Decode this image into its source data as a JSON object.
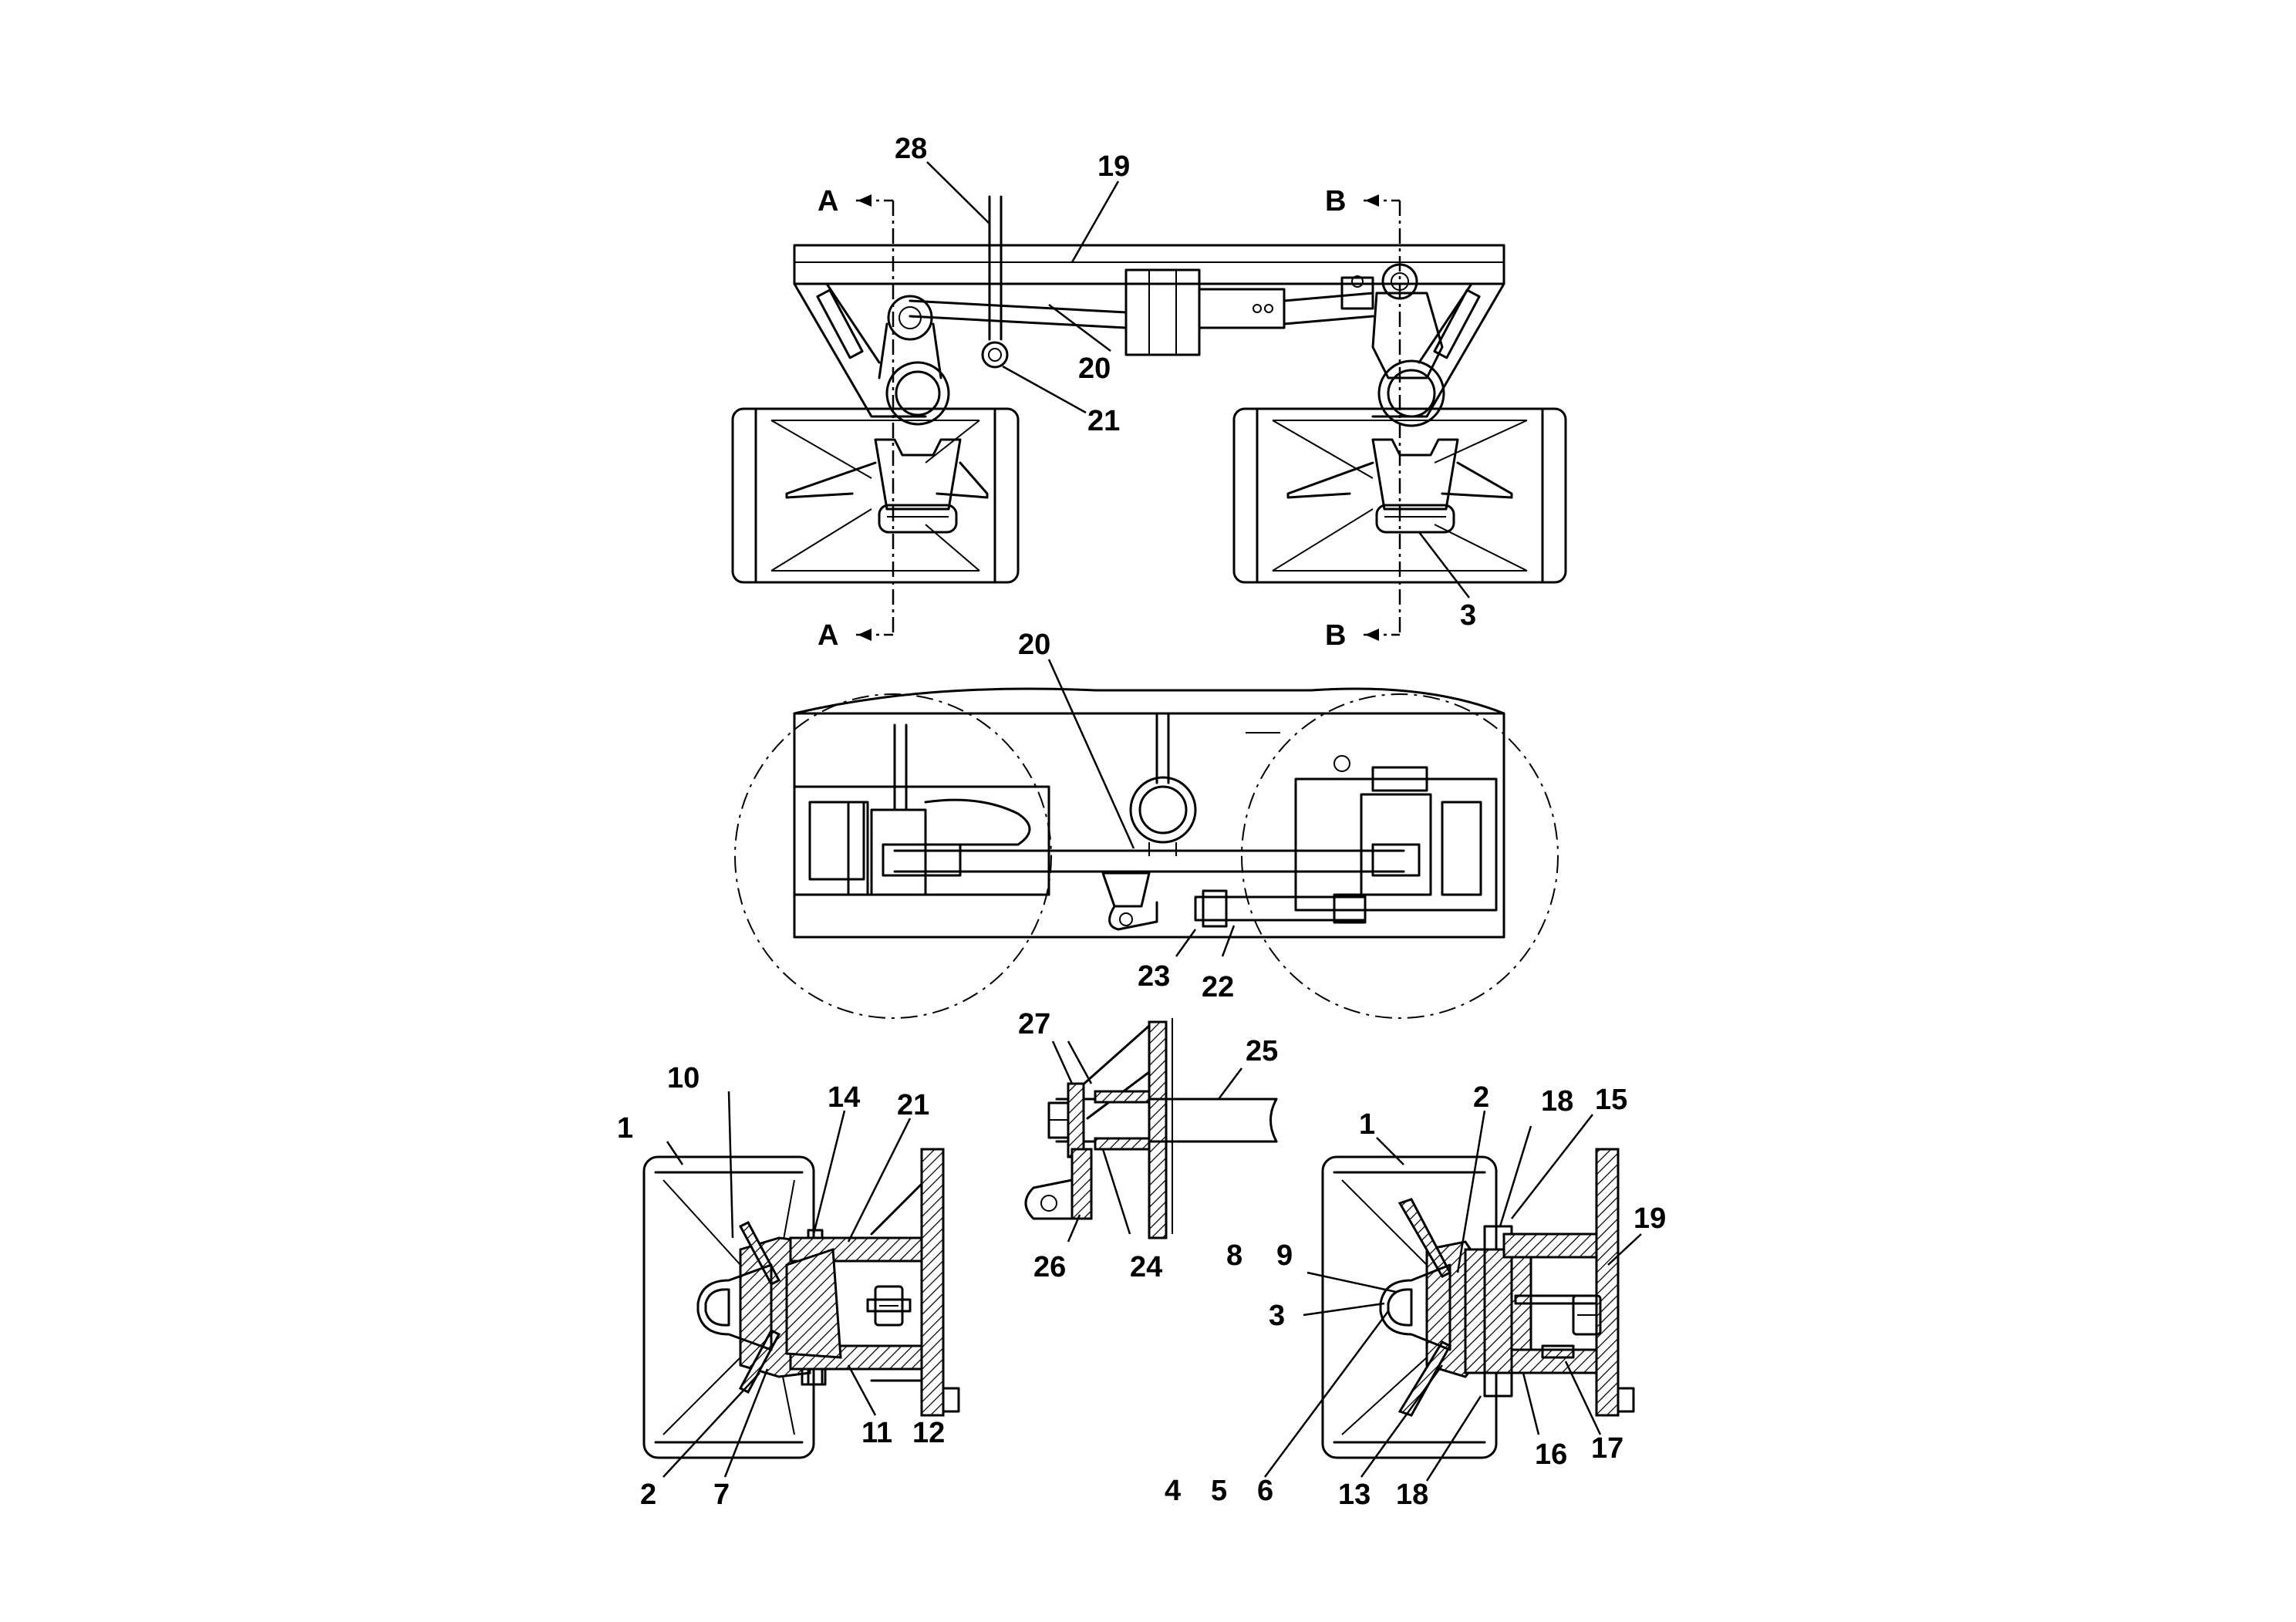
{
  "labels": {
    "top_view": {
      "section_a_top": "A",
      "section_a_bottom": "A",
      "section_b_top": "B",
      "section_b_bottom": "B",
      "p28": "28",
      "p19": "19",
      "p20": "20",
      "p21": "21",
      "p3": "3"
    },
    "plan_view": {
      "p20": "20",
      "p23": "23",
      "p22": "22"
    },
    "section_a": {
      "p1": "1",
      "p10": "10",
      "p14": "14",
      "p21": "21",
      "p2": "2",
      "p7": "7",
      "p11": "11",
      "p12": "12"
    },
    "detail": {
      "p27": "27",
      "p25": "25",
      "p26": "26",
      "p24": "24"
    },
    "section_b": {
      "p1": "1",
      "p2": "2",
      "p18a": "18",
      "p15": "15",
      "p19": "19",
      "p8": "8",
      "p9": "9",
      "p3": "3",
      "p4": "4",
      "p5": "5",
      "p6": "6",
      "p13": "13",
      "p18b": "18",
      "p16": "16",
      "p17": "17"
    }
  }
}
